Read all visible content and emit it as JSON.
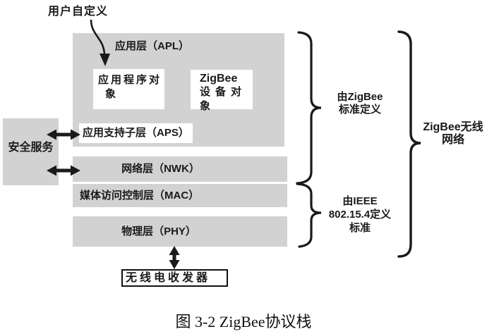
{
  "colors": {
    "layer_gray": "#d2d2d2",
    "ink": "#1a1a1a",
    "background": "#ffffff"
  },
  "annotations": {
    "user_defined": "用户自定义",
    "security_service": "安全服务"
  },
  "stack": {
    "apl_title": "应用层（APL）",
    "app_object_lines": [
      "应用程序对",
      "象"
    ],
    "zdo_lines": [
      "ZigBee",
      "设备对",
      "象"
    ],
    "aps": "应用支持子层（APS）",
    "nwk": "网络层（NWK）",
    "mac": "媒体访问控制层（MAC）",
    "phy": "物理层（PHY）",
    "transceiver": "无线电收发器"
  },
  "braces": {
    "zigbee_defined_lines": [
      "由ZigBee",
      "标准定义"
    ],
    "ieee_defined_lines": [
      "由IEEE",
      "802.15.4定义",
      "标准"
    ],
    "network_lines": [
      "ZigBee无线",
      "网络"
    ]
  },
  "caption": "图 3-2 ZigBee协议栈"
}
